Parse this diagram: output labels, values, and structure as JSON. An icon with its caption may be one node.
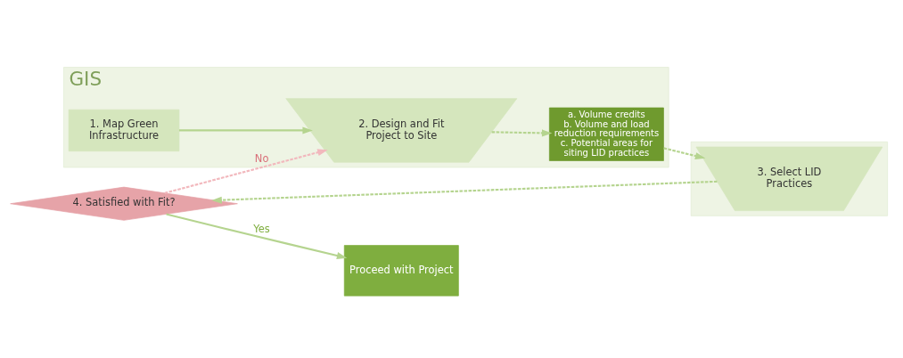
{
  "diagram": {
    "nodes": [
      {
        "text": [
          "GIS"
        ]
      },
      {
        "text": [
          "1. Map Green Infrastructure"
        ],
        "in": 0
      },
      {
        "text": [
          "2. Design and Fit Project to Site"
        ],
        "in": 0
      },
      {
        "text": [
          "a. Volume credits",
          "b. Volume and load reduction requirements",
          "c. Potential areas for siting LID practices"
        ],
        "in": 0
      },
      {
        "text": [],
        "shape": "box"
      },
      {
        "text": [
          "3. Select LID Practices"
        ],
        "in": 4
      },
      {
        "text": [
          "4. Satisfied with Fit?"
        ]
      },
      {
        "text": [
          "Proceed with Project"
        ]
      }
    ],
    "edges": [
      {
        "from": 1,
        "to": 2,
        "arrow": "to"
      },
      {
        "from": 2,
        "to": 3,
        "arrow": "to",
        "style": "dashed"
      },
      {
        "from": 3,
        "to": 5,
        "arrow": "to",
        "style": "dashed"
      },
      {
        "from": 5,
        "to": 6,
        "arrow": "to",
        "style": "dashed"
      },
      {
        "from": 6,
        "to": 2,
        "arrow": "to",
        "style": "dashed",
        "label": "No",
        "color": "#f2b8bd"
      },
      {
        "from": 6,
        "to": 7,
        "arrow": "to",
        "label": "Yes"
      }
    ]
  }
}
